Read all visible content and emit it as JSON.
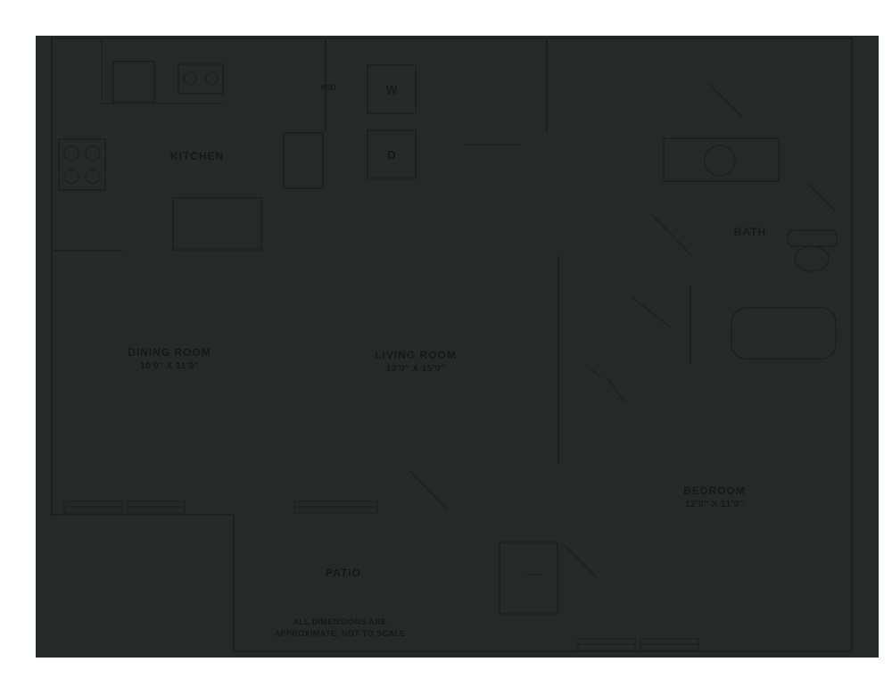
{
  "floorplan": {
    "canvas_background": "#252928",
    "line_color": "#1d211f",
    "text_color": "#161b1a",
    "rooms": {
      "kitchen": {
        "label": "KITCHEN"
      },
      "dining": {
        "label": "DINING ROOM",
        "dims": "10'0\" X 11'0\""
      },
      "living": {
        "label": "LIVING ROOM",
        "dims": "13'0\" X 15'0\""
      },
      "bath": {
        "label": "BATH"
      },
      "bedroom": {
        "label": "BEDROOM",
        "dims": "12'0\" X 11'0\""
      },
      "patio": {
        "label": "PATIO"
      }
    },
    "laundry": {
      "washer": "W",
      "dryer": "D",
      "closet_label": "W/D"
    },
    "note": {
      "line1": "ALL DIMENSIONS ARE",
      "line2": "APPROXIMATE, NOT TO SCALE"
    }
  }
}
